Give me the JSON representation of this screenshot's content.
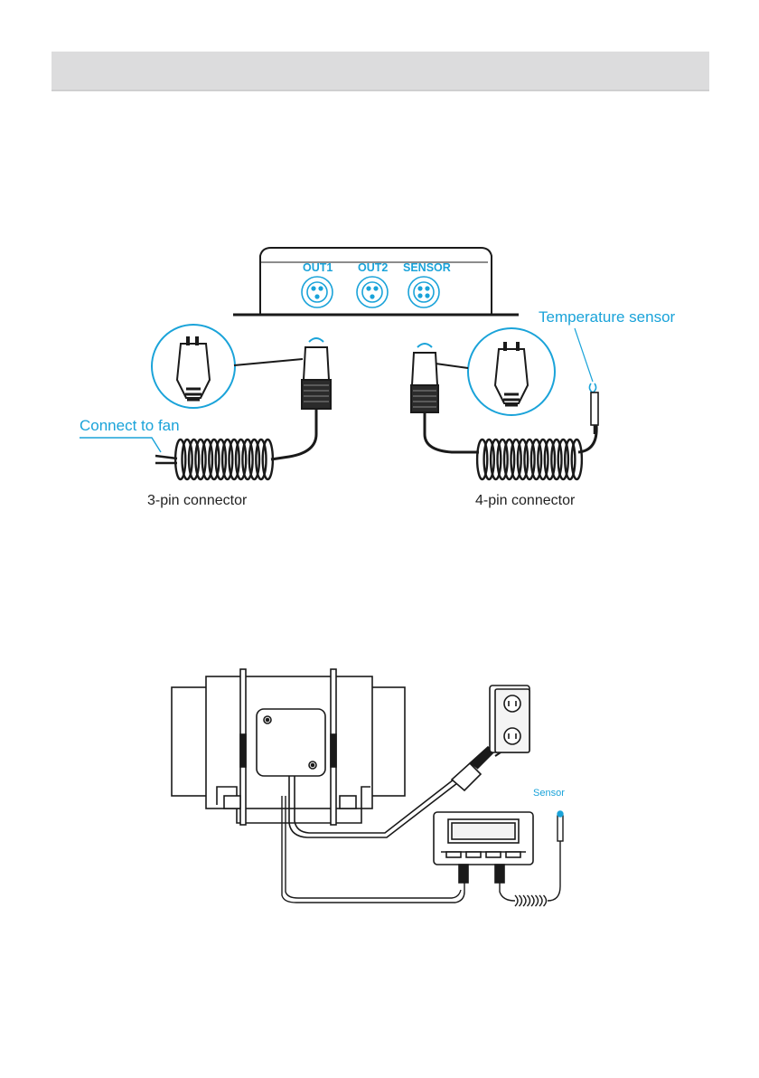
{
  "header": {
    "title": ""
  },
  "controller": {
    "ports": [
      {
        "label": "OUT1"
      },
      {
        "label": "OUT2"
      },
      {
        "label": "SENSOR"
      }
    ]
  },
  "callouts": {
    "temperature_sensor": "Temperature sensor",
    "connect_to_fan": "Connect to fan"
  },
  "captions": {
    "three_pin": "3-pin connector",
    "four_pin": "4-pin connector"
  },
  "diagram2": {
    "sensor_label": "Sensor"
  },
  "colors": {
    "accent": "#1aa3d9",
    "line": "#1a1a1a",
    "header_bg": "#dcdcdd"
  }
}
